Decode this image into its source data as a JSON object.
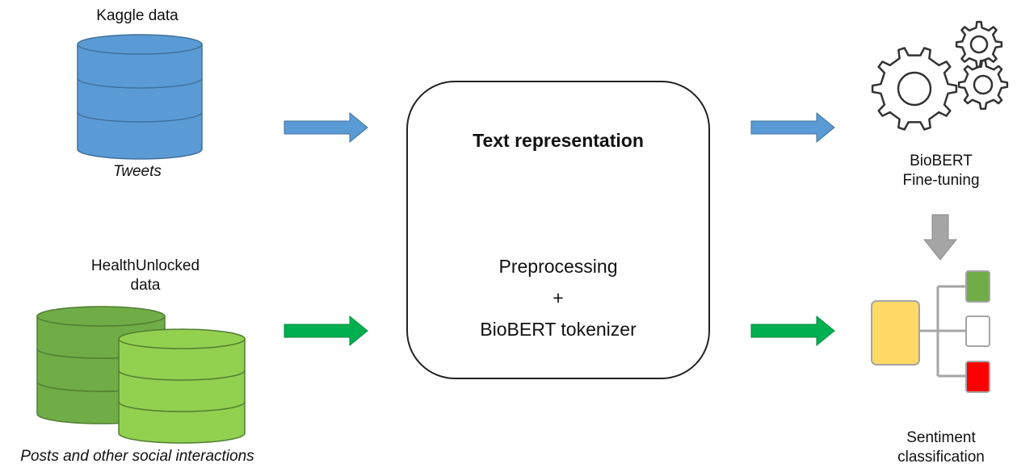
{
  "sources": {
    "kaggle": {
      "title": "Kaggle data",
      "caption": "Tweets"
    },
    "healthunlocked": {
      "title_line1": "HealthUnlocked",
      "title_line2": "data",
      "caption": "Posts and other social interactions"
    }
  },
  "center": {
    "title": "Text representation",
    "line1": "Preprocessing",
    "line2": "+",
    "line3": "BioBERT tokenizer"
  },
  "finetune": {
    "line1": "BioBERT",
    "line2": "Fine-tuning"
  },
  "sentiment": {
    "line1": "Sentiment",
    "line2": "classification"
  },
  "colors": {
    "blue": "#5b9bd5",
    "blue_dark": "#41719c",
    "green_dark": "#70ad47",
    "green_light": "#92d050",
    "green_arrow": "#00b050",
    "gray_arrow": "#a5a5a5",
    "yellow": "#ffd966",
    "red": "#ff0000"
  }
}
